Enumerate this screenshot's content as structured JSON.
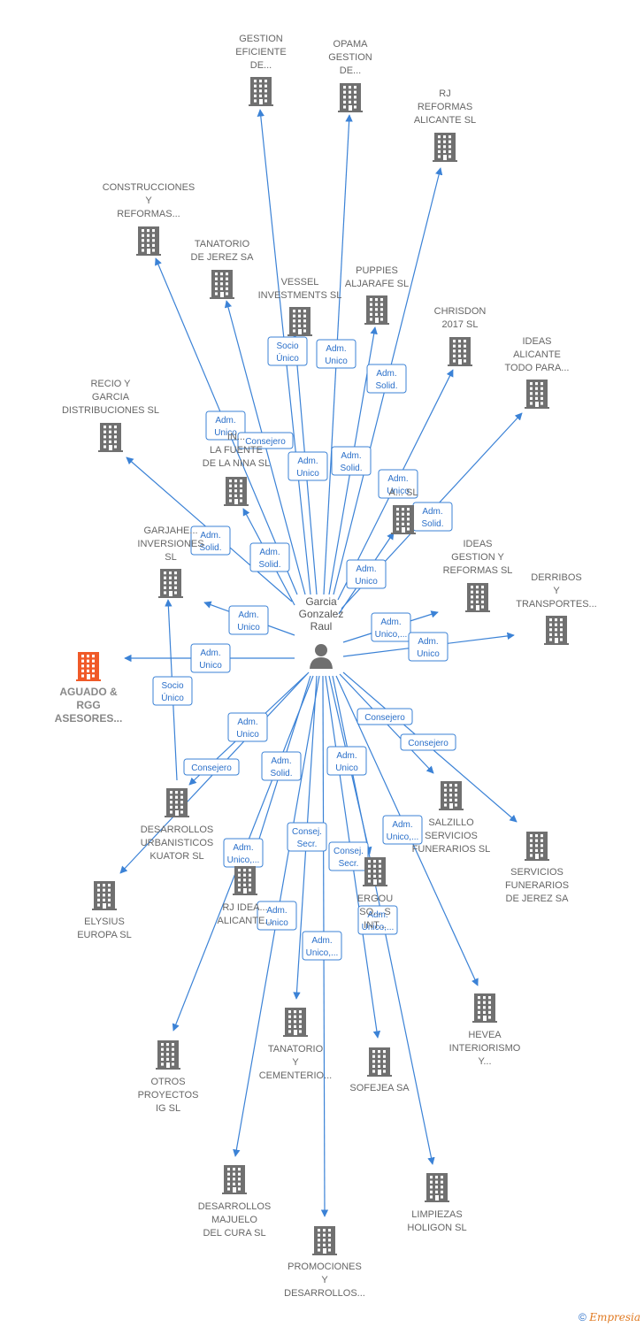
{
  "colors": {
    "edge": "#3b82d6",
    "node": "#707070",
    "highlight": "#f05a28",
    "label": "#666666"
  },
  "center": {
    "lines": [
      "Garcia",
      "Gonzalez",
      "Raul"
    ],
    "icon": "person-icon"
  },
  "nodes": [
    {
      "id": "gestion_eficiente",
      "lines": [
        "GESTION",
        "EFICIENTE",
        "DE..."
      ]
    },
    {
      "id": "opama",
      "lines": [
        "OPAMA",
        "GESTION",
        "DE..."
      ]
    },
    {
      "id": "rj_reformas",
      "lines": [
        "RJ",
        "REFORMAS",
        "ALICANTE SL"
      ]
    },
    {
      "id": "construcciones",
      "lines": [
        "CONSTRUCCIONES",
        "Y",
        "REFORMAS..."
      ]
    },
    {
      "id": "tanatorio_jerez",
      "lines": [
        "TANATORIO",
        "DE JEREZ SA"
      ]
    },
    {
      "id": "vessel",
      "lines": [
        "VESSEL",
        "INVESTMENTS SL"
      ]
    },
    {
      "id": "puppies",
      "lines": [
        "PUPPIES",
        "ALJARAFE  SL"
      ]
    },
    {
      "id": "chrisdon",
      "lines": [
        "CHRISDON",
        "2017  SL"
      ]
    },
    {
      "id": "ideas_alicante",
      "lines": [
        "IDEAS",
        "ALICANTE",
        "TODO PARA..."
      ]
    },
    {
      "id": "recio",
      "lines": [
        "RECIO Y",
        "GARCIA",
        "DISTRIBUCIONES SL"
      ]
    },
    {
      "id": "fuente_nina",
      "lines": [
        "IN...",
        "LA FUENTE",
        "DE LA NINA  SL"
      ]
    },
    {
      "id": "a_sl",
      "lines": [
        "A...  SL"
      ]
    },
    {
      "id": "garjahe",
      "lines": [
        "GARJAHE...",
        "INVERSIONES",
        "SL"
      ]
    },
    {
      "id": "ideas_gestion",
      "lines": [
        "IDEAS",
        "GESTION Y",
        "REFORMAS  SL"
      ]
    },
    {
      "id": "derribos",
      "lines": [
        "DERRIBOS",
        "Y",
        "TRANSPORTES..."
      ]
    },
    {
      "id": "aguado",
      "lines": [
        "AGUADO &",
        "RGG",
        "ASESORES..."
      ],
      "highlight": true
    },
    {
      "id": "desarrollos_kuator",
      "lines": [
        "DESARROLLOS",
        "URBANISTICOS",
        "KUATOR  SL"
      ]
    },
    {
      "id": "salzillo",
      "lines": [
        "SALZILLO",
        "SERVICIOS",
        "FUNERARIOS SL"
      ]
    },
    {
      "id": "servicios_jerez",
      "lines": [
        "SERVICIOS",
        "FUNERARIOS",
        "DE JEREZ SA"
      ]
    },
    {
      "id": "elysius",
      "lines": [
        "ELYSIUS",
        "EUROPA SL"
      ]
    },
    {
      "id": "rj_ideas",
      "lines": [
        "RJ IDEA...",
        "ALICANTE..."
      ]
    },
    {
      "id": "ergou",
      "lines": [
        "ERGOU",
        "SO...    S",
        "INT..."
      ]
    },
    {
      "id": "hevea",
      "lines": [
        "HEVEA",
        "INTERIORISMO",
        "Y..."
      ]
    },
    {
      "id": "tanatorio_cementerio",
      "lines": [
        "TANATORIO",
        "Y",
        "CEMENTERIO..."
      ]
    },
    {
      "id": "sofejea",
      "lines": [
        "SOFEJEA SA"
      ]
    },
    {
      "id": "otros",
      "lines": [
        "OTROS",
        "PROYECTOS",
        "IG  SL"
      ]
    },
    {
      "id": "majuelo",
      "lines": [
        "DESARROLLOS",
        "MAJUELO",
        "DEL CURA  SL"
      ]
    },
    {
      "id": "limpiezas",
      "lines": [
        "LIMPIEZAS",
        "HOLIGON  SL"
      ]
    },
    {
      "id": "promociones",
      "lines": [
        "PROMOCIONES",
        "Y",
        "DESARROLLOS..."
      ]
    }
  ],
  "relations": [
    {
      "target": "vessel",
      "lines": [
        "Socio",
        "Único"
      ]
    },
    {
      "target": "puppies",
      "lines": [
        "Adm.",
        "Unico"
      ]
    },
    {
      "target": "rj_reformas",
      "lines": [
        "Adm.",
        "Solid."
      ]
    },
    {
      "target": "construcciones",
      "lines": [
        "Adm.",
        "Unico"
      ]
    },
    {
      "target": "tanatorio_jerez",
      "lines": [
        "Consejero"
      ]
    },
    {
      "target": "gestion_eficiente",
      "lines": [
        "Adm.",
        "Unico"
      ]
    },
    {
      "target": "opama",
      "lines": [
        "Adm.",
        "Solid."
      ]
    },
    {
      "target": "chrisdon",
      "lines": [
        "Adm.",
        "Unico"
      ]
    },
    {
      "target": "ideas_alicante",
      "lines": [
        "Adm.",
        "Solid."
      ]
    },
    {
      "target": "recio",
      "lines": [
        "Adm.",
        "Solid."
      ]
    },
    {
      "target": "fuente_nina",
      "lines": [
        "Adm.",
        "Solid."
      ]
    },
    {
      "target": "a_sl",
      "lines": [
        "Adm.",
        "Unico"
      ]
    },
    {
      "target": "garjahe",
      "lines": [
        "Adm.",
        "Unico"
      ]
    },
    {
      "target": "ideas_gestion",
      "lines": [
        "Adm.",
        "Unico,..."
      ]
    },
    {
      "target": "derribos",
      "lines": [
        "Adm.",
        "Unico"
      ]
    },
    {
      "target": "aguado",
      "lines": [
        "Adm.",
        "Unico"
      ]
    },
    {
      "target": "garjahe_kuator",
      "lines": [
        "Socio",
        "Único"
      ]
    },
    {
      "target": "elysius",
      "lines": [
        "Adm.",
        "Unico"
      ]
    },
    {
      "target": "desarrollos_kuator",
      "lines": [
        "Consejero"
      ]
    },
    {
      "target": "salzillo",
      "lines": [
        "Consejero"
      ]
    },
    {
      "target": "servicios_jerez",
      "lines": [
        "Consejero"
      ]
    },
    {
      "target": "otros",
      "lines": [
        "Adm.",
        "Solid."
      ]
    },
    {
      "target": "tanatorio_cementerio",
      "lines": [
        "Adm.",
        "Unico"
      ]
    },
    {
      "target": "rj_ideas",
      "lines": [
        "Adm.",
        "Unico,..."
      ]
    },
    {
      "target": "ergou",
      "lines": [
        "Consej.",
        "Secr."
      ]
    },
    {
      "target": "sofejea",
      "lines": [
        "Consej.",
        "Secr."
      ]
    },
    {
      "target": "hevea",
      "lines": [
        "Adm.",
        "Unico,..."
      ]
    },
    {
      "target": "majuelo",
      "lines": [
        "Adm.",
        "Unico"
      ]
    },
    {
      "target": "promociones",
      "lines": [
        "Adm.",
        "Unico,..."
      ]
    },
    {
      "target": "limpiezas",
      "lines": [
        "Adm.",
        "Unico,..."
      ]
    }
  ],
  "footer": {
    "copyright": "©",
    "brand": "Empresia"
  }
}
